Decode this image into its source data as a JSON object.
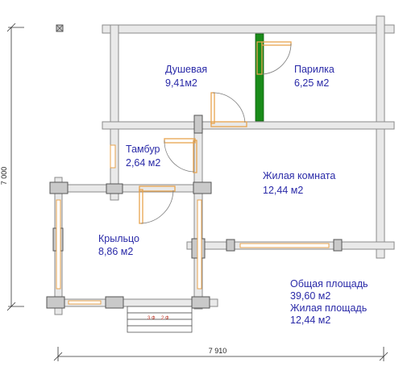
{
  "rooms": [
    {
      "name": "Душевая",
      "area": "9,41м2"
    },
    {
      "name": "Парилка",
      "area": "6,25 м2"
    },
    {
      "name": "Тамбур",
      "area": "2,64 м2"
    },
    {
      "name": "Жилая комната",
      "area": "12,44 м2"
    },
    {
      "name": "Крыльцо",
      "area": "8,86 м2"
    }
  ],
  "summary": {
    "total_label": "Общая площадь",
    "total_value": "39,60 м2",
    "living_label": "Жилая площадь",
    "living_value": "12,44 м2"
  },
  "dimensions": {
    "width": "7 910",
    "height": "7 000"
  },
  "stairs": {
    "label_a": "3 Ф",
    "label_b": "2 Ф"
  },
  "colors": {
    "text": "#2a2aa8",
    "sauna_wall": "#1a8c1a",
    "door": "#e7a34e"
  }
}
